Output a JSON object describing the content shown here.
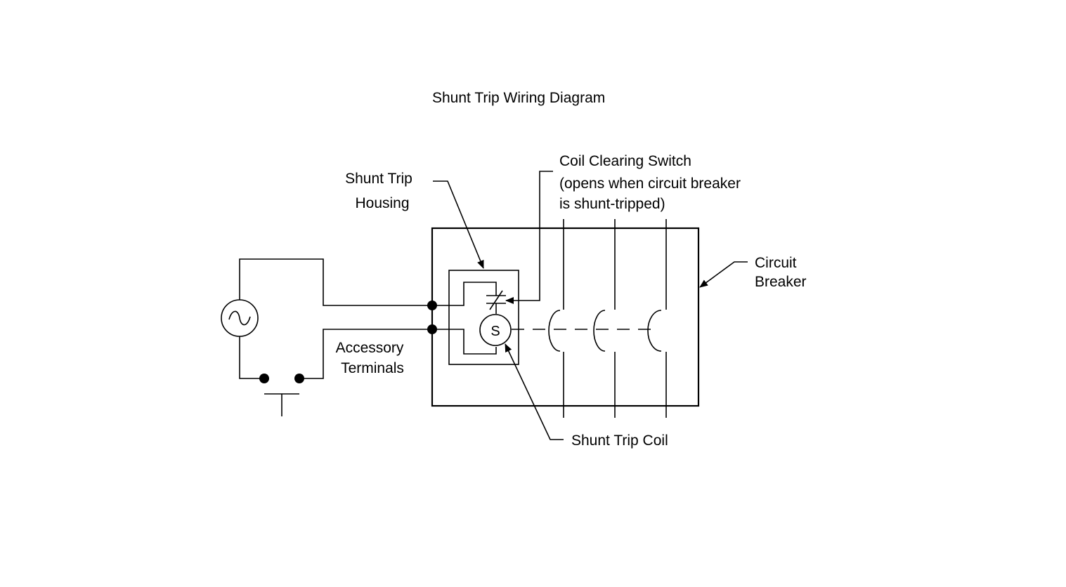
{
  "title": "Shunt Trip Wiring Diagram",
  "labels": {
    "shunt_trip_housing": [
      "Shunt Trip",
      "Housing"
    ],
    "coil_clearing_switch": [
      "Coil Clearing Switch",
      "(opens when circuit breaker",
      "is shunt-tripped)"
    ],
    "circuit_breaker": [
      "Circuit",
      "Breaker"
    ],
    "accessory_terminals": [
      "Accessory",
      "Terminals"
    ],
    "shunt_trip_coil": "Shunt Trip Coil",
    "coil_letter": "S"
  },
  "colors": {
    "line": "#000000",
    "background": "#ffffff"
  },
  "symbols": {
    "source": "ac-source-icon",
    "pushbutton": "pushbutton-switch-icon",
    "coil": "coil-icon",
    "switch": "normally-closed-switch-icon"
  }
}
